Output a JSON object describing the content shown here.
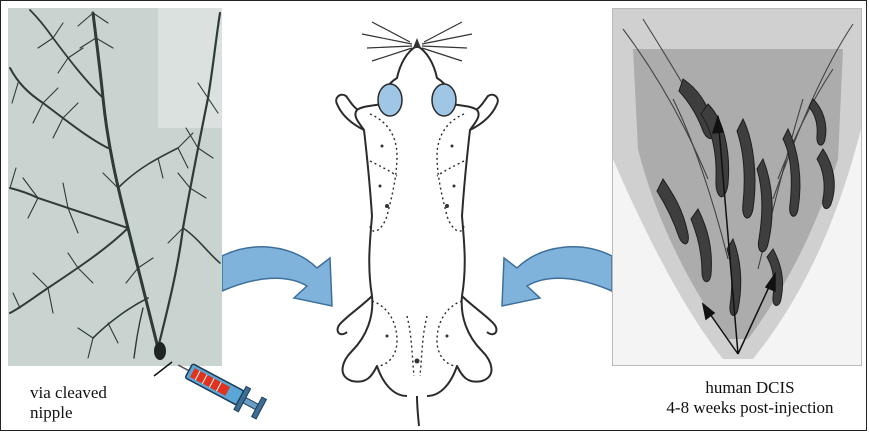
{
  "captions": {
    "left_line1": "via cleaved",
    "left_line2": "nipple",
    "right_line1": "human DCIS",
    "right_line2": "4-8 weeks post-injection"
  },
  "colors": {
    "arrow_fill": "#7fb3dc",
    "arrow_dark": "#3e6f9a",
    "mouse_ear": "#9fc6e4",
    "syringe_barrel": "#5aa7d6",
    "syringe_fluid": "#e0321e",
    "tissue_bg": "#c9d3cf",
    "duct_dark": "#2f3a39"
  },
  "icons": {
    "injection": "syringe-icon",
    "transfer_left": "curved-arrow-icon",
    "transfer_right": "curved-arrow-icon"
  }
}
